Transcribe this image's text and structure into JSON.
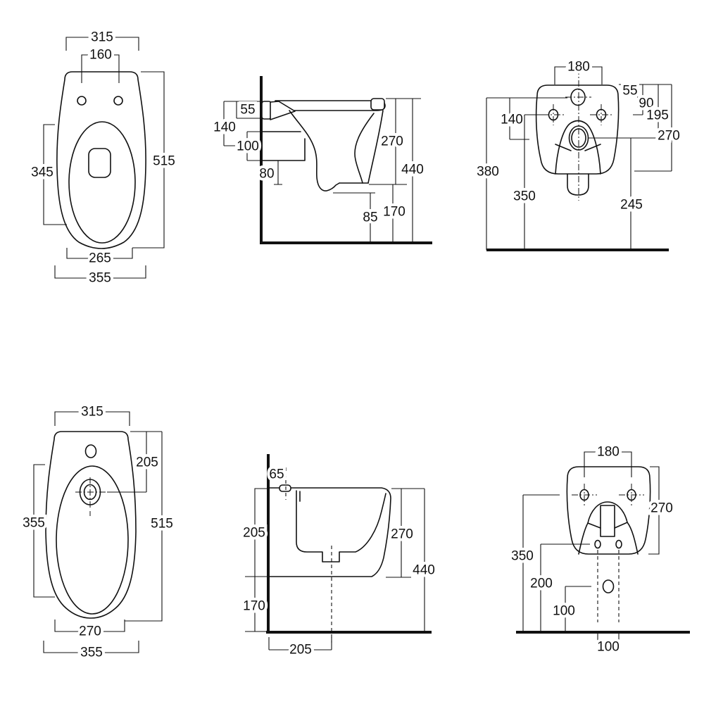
{
  "page": {
    "colors": {
      "ink": "#111111",
      "paper": "#ffffff"
    }
  },
  "views": {
    "toilet_top": {
      "dims": {
        "width_top": "315",
        "holes_span": "160",
        "bowl_len": "345",
        "total_len": "515",
        "base_inner": "265",
        "base_outer": "355"
      }
    },
    "toilet_side": {
      "dims": {
        "seat": "55",
        "inlet_offset": "140",
        "inlet_size": "100",
        "outlet_offset": "80",
        "depth": "270",
        "height": "440",
        "clearance": "85",
        "floor_gap": "170"
      }
    },
    "toilet_back": {
      "dims": {
        "holes_span": "180",
        "inlet_drop": "55",
        "top_drop": "90",
        "outlet_drop": "195",
        "body_height": "270",
        "inlet_outlet_gap": "140",
        "inlet_height": "380",
        "holes_height": "350",
        "outlet_height": "245"
      }
    },
    "bidet_top": {
      "dims": {
        "width_top": "315",
        "drain_offset": "205",
        "bowl_len": "355",
        "total_len": "515",
        "base_inner": "270",
        "base_outer": "355"
      }
    },
    "bidet_side": {
      "dims": {
        "tap_offset": "65",
        "body_depth": "205",
        "inner_depth": "270",
        "height": "440",
        "floor_gap": "170",
        "drain_offset": "205"
      }
    },
    "bidet_back": {
      "dims": {
        "holes_span": "180",
        "body_height": "270",
        "holes_height": "350",
        "supply_height": "200",
        "drain_height": "100",
        "supply_span": "100"
      }
    }
  }
}
